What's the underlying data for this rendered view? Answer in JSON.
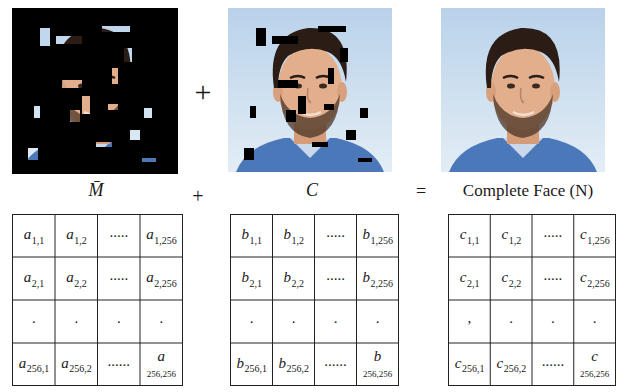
{
  "diagram": {
    "labels": [
      "+",
      "M̄",
      "+",
      "C",
      "=",
      "Complete Face (N)",
      "a",
      "1,1",
      "a",
      "1,2",
      ".....",
      "a",
      "1,256",
      "a",
      "2,1",
      "a",
      "2,2",
      ".....",
      "a",
      "2,256",
      ".",
      ".",
      ".",
      ".",
      "a",
      "256,1",
      "a",
      "256,2",
      "......",
      "a",
      "256,256",
      "b",
      "1,1",
      "b",
      "1,2",
      ".....",
      "b",
      "1,256",
      "b",
      "2,1",
      "b",
      "2,2",
      ".....",
      "b",
      "2,256",
      ".",
      ".",
      ".",
      ".",
      "b",
      "256,1",
      "b",
      "256,2",
      "......",
      "b",
      "256,256",
      "c",
      "1,1",
      "c",
      "1,2",
      ".....",
      "c",
      "1,256",
      "c",
      "2,1",
      "c",
      "2,2",
      ".....",
      "c",
      "2,256",
      ",",
      ".",
      ".",
      ".",
      "c",
      "256,1",
      "c",
      "256,2",
      "......",
      "c",
      "256,256"
    ]
  }
}
